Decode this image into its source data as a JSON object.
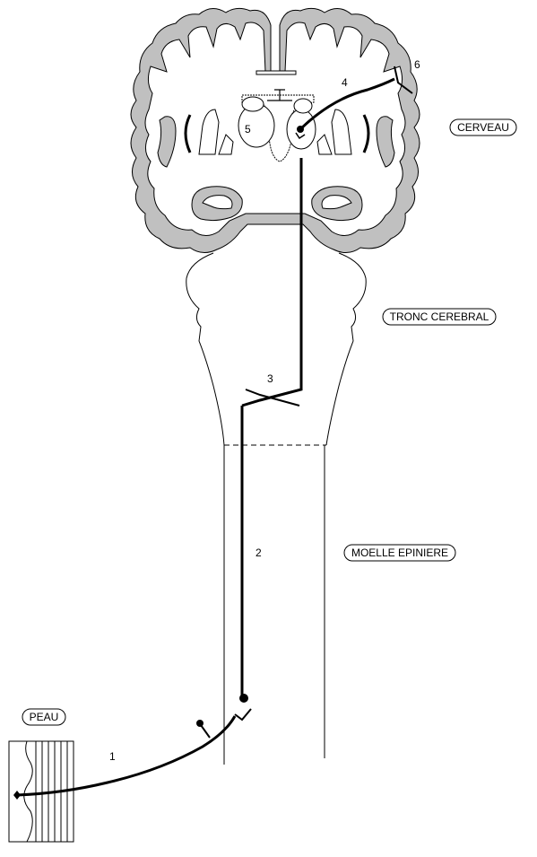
{
  "labels": {
    "cerveau": "CERVEAU",
    "tronc": "TRONC CEREBRAL",
    "moelle": "MOELLE EPINIERE",
    "peau": "PEAU"
  },
  "numbers": {
    "n1": "1",
    "n2": "2",
    "n3": "3",
    "n4": "4",
    "n5": "5",
    "n6": "6"
  },
  "colors": {
    "cortex": "#c0c0c0",
    "line": "#000000",
    "background": "#ffffff"
  }
}
